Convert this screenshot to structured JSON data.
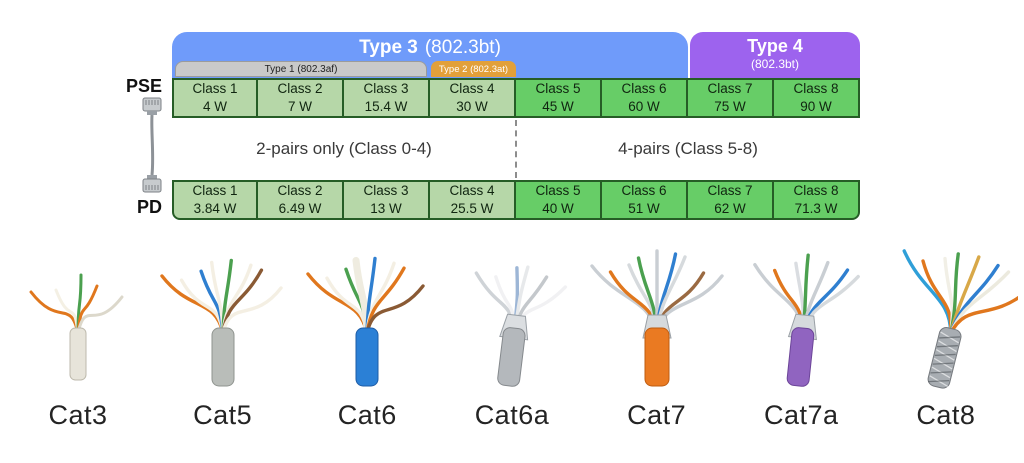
{
  "poe": {
    "pse_label": "PSE",
    "pd_label": "PD",
    "type3": {
      "name": "Type 3",
      "standard": "(802.3bt)",
      "color": "#6f9bfa"
    },
    "type4": {
      "name": "Type 4",
      "standard": "(802.3bt)",
      "color": "#9d63ee"
    },
    "type1": {
      "label": "Type 1 (802.3af)",
      "color": "#c9c9c9"
    },
    "type2": {
      "label": "Type 2 (802.3at)",
      "color": "#e2a03a"
    },
    "divider_left": "2-pairs only (Class 0-4)",
    "divider_right": "4-pairs (Class 5-8)",
    "colors": {
      "light_cell": "#b6d7a8",
      "bright_cell": "#67cd67",
      "border": "#265d26"
    },
    "pse_row": [
      {
        "class_label": "Class 1",
        "watts": "4 W"
      },
      {
        "class_label": "Class 2",
        "watts": "7 W"
      },
      {
        "class_label": "Class 3",
        "watts": "15.4 W"
      },
      {
        "class_label": "Class 4",
        "watts": "30 W"
      },
      {
        "class_label": "Class 5",
        "watts": "45 W"
      },
      {
        "class_label": "Class 6",
        "watts": "60 W"
      },
      {
        "class_label": "Class 7",
        "watts": "75 W"
      },
      {
        "class_label": "Class 8",
        "watts": "90 W"
      }
    ],
    "pd_row": [
      {
        "class_label": "Class 1",
        "watts": "3.84 W"
      },
      {
        "class_label": "Class 2",
        "watts": "6.49 W"
      },
      {
        "class_label": "Class 3",
        "watts": "13 W"
      },
      {
        "class_label": "Class 4",
        "watts": "25.5 W"
      },
      {
        "class_label": "Class 5",
        "watts": "40 W"
      },
      {
        "class_label": "Class 6",
        "watts": "51 W"
      },
      {
        "class_label": "Class 7",
        "watts": "62 W"
      },
      {
        "class_label": "Class 8",
        "watts": "71.3 W"
      }
    ]
  },
  "cables": [
    {
      "label": "Cat3",
      "art": {
        "jacket": "#e7e4da",
        "jacketStroke": "#bdb9ac",
        "jacketW": 16,
        "jacketLen": 52,
        "spread": 44,
        "tipY": 34,
        "droop": 26,
        "wireWidth": 3,
        "wires": [
          "#e0771d",
          "#f4f0e4",
          "#4ba04f",
          "#e0771d",
          "#dcd8cb"
        ]
      }
    },
    {
      "label": "Cat5",
      "art": {
        "jacket": "#b9bdb9",
        "jacketStroke": "#8f948f",
        "spread": 58,
        "tipY": 20,
        "droop": 24,
        "wires": [
          "#e0771d",
          "#f4efe3",
          "#2f7fd0",
          "#f4efe3",
          "#4ba04f",
          "#f4efe3",
          "#8a5a34",
          "#f4efe3"
        ]
      }
    },
    {
      "label": "Cat6",
      "art": {
        "jacket": "#2b80d6",
        "jacketStroke": "#1d5ca6",
        "spread": 56,
        "tipY": 18,
        "droop": 24,
        "wires": [
          "#e0771d",
          "#f4efe3",
          "#4ba04f",
          [
            "#efece0",
            7
          ],
          "#2f7fd0",
          "#f4efe3",
          "#e0771d",
          "#8a5a34"
        ]
      }
    },
    {
      "label": "Cat6a",
      "art": {
        "jacket": "#b4b8bc",
        "jacketStroke": "#85898d",
        "shield": "#dbdee1",
        "tilt": 7,
        "spread": 42,
        "tipY": 22,
        "droop": 24,
        "wires": [
          "#cfd3d7",
          "#f1f1f3",
          "#9db6d6",
          "#e7e9eb",
          "#c4c8cc",
          "#f1f1f3"
        ]
      }
    },
    {
      "label": "Cat7",
      "art": {
        "jacket": "#ea7a22",
        "jacketStroke": "#bf5c10",
        "shield": "#d6dadd",
        "jacketW": 24,
        "spread": 62,
        "tipY": 14,
        "droop": 20,
        "wires": [
          "#c9ced3",
          "#e0771d",
          "#d6dadd",
          "#4ba04f",
          "#c9ced3",
          "#2f7fd0",
          "#d6dadd",
          "#9a6a42",
          "#c9ced3"
        ]
      }
    },
    {
      "label": "Cat7a",
      "art": {
        "jacket": "#9064c0",
        "jacketStroke": "#6c4598",
        "shield": "#d6dadd",
        "tilt": 6,
        "spread": 52,
        "tipY": 16,
        "droop": 22,
        "wires": [
          "#c9ced3",
          "#e0771d",
          "#dadde1",
          "#4ba04f",
          "#c9ced3",
          "#2f7fd0",
          "#d6dadd"
        ]
      }
    },
    {
      "label": "Cat8",
      "art": {
        "jacket": "#a8adb2",
        "jacketStroke": "#75797e",
        "braid": true,
        "tilt": 14,
        "jacketLen": 60,
        "spread": 62,
        "tipY": 12,
        "droop": 20,
        "wires": [
          "#2f9fd8",
          "#e0771d",
          "#f1efe6",
          "#4ba04f",
          "#d8a848",
          "#2f7fd0",
          "#eceade",
          "#e0771d"
        ]
      }
    }
  ]
}
